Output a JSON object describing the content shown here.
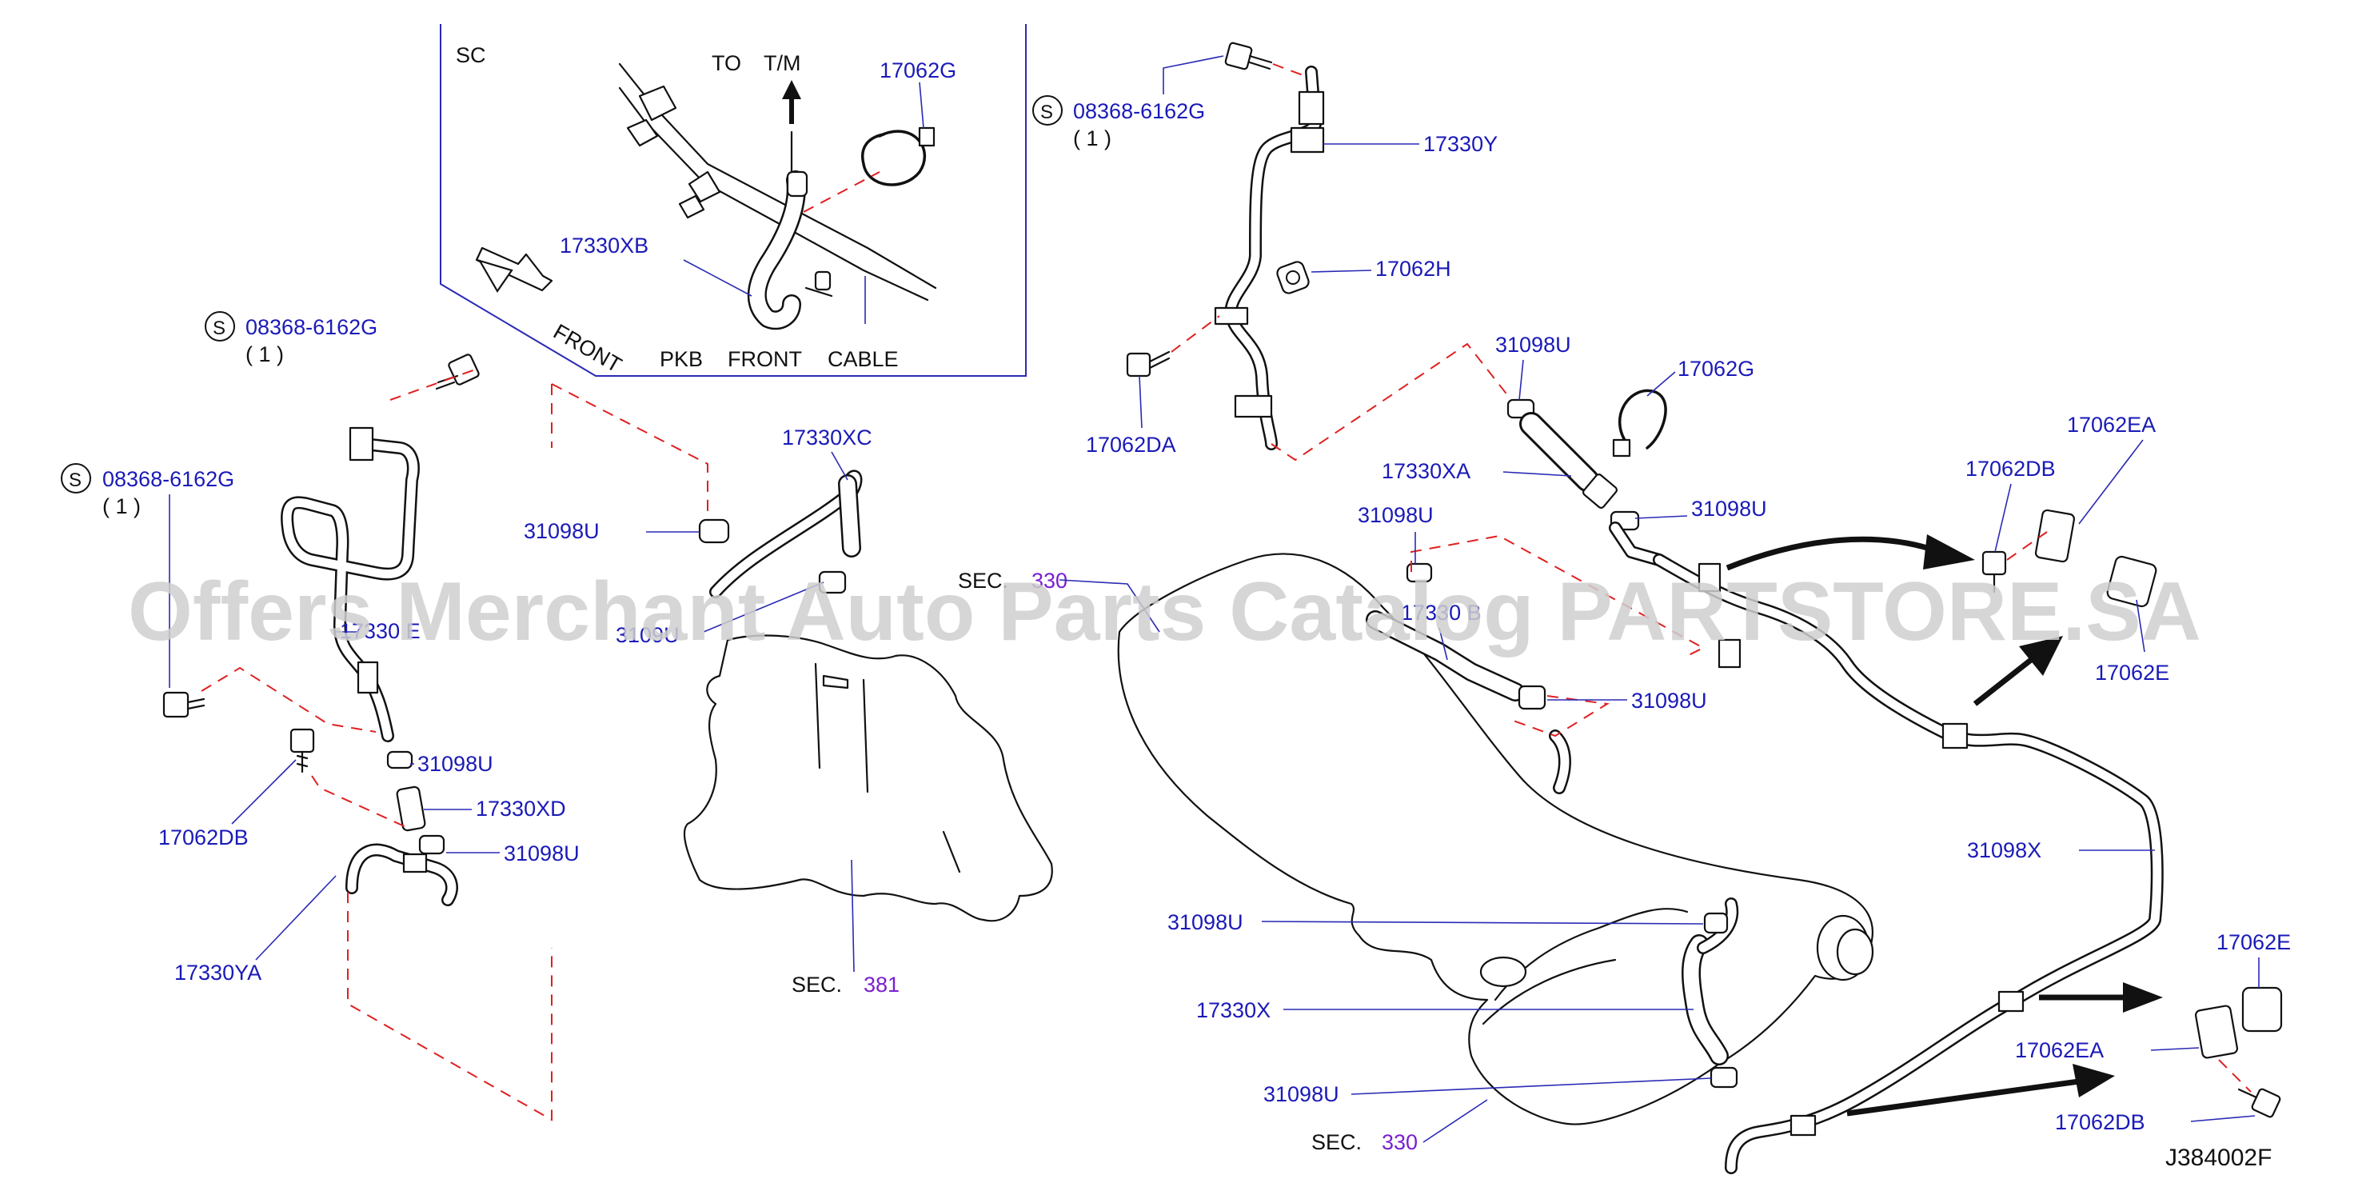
{
  "diagram": {
    "drawing_code": "J384002F",
    "watermark": "Offers Merchant Auto Parts Catalog PARTSTORE.SA",
    "inset": {
      "sc_label": "SC",
      "to_label": "TO",
      "tm_label": "T/M",
      "front_label": "FRONT",
      "pkb_label": "PKB",
      "front2_label": "FRONT",
      "cable_label": "CABLE"
    },
    "sec_prefix": "SEC.",
    "sec_numbers": {
      "s330_top": "330",
      "s381": "381",
      "s330_bottom": "330"
    },
    "s_symbol": "S",
    "parts": {
      "p17062G_inset": "17062G",
      "p17330XB": "17330XB",
      "bolt_left1": "08368-6162G",
      "bolt_left1_qty": "( 1 )",
      "bolt_left2": "08368-6162G",
      "bolt_left2_qty": "( 1 )",
      "p17330E_obscured": "17330 E",
      "p17062DB_left": "17062DB",
      "p31098U_l1": "31098U",
      "p17330XD": "17330XD",
      "p31098U_l2": "31098U",
      "p17330YA": "17330YA",
      "p17330XC": "17330XC",
      "p31098U_c1": "31098U",
      "p3109_obscured": "3109U",
      "bolt_right": "08368-6162G",
      "bolt_right_qty": "( 1 )",
      "p17330Y": "17330Y",
      "p17062H": "17062H",
      "p17062DA": "17062DA",
      "p31098U_r1": "31098U",
      "p17062G_right": "17062G",
      "p17330XA": "17330XA",
      "p31098U_r2": "31098U",
      "p31098U_r3": "31098U",
      "p17330B_obscured": "17330 B",
      "p31098U_r4": "31098U",
      "p17062DB_r1": "17062DB",
      "p17062EA_r1": "17062EA",
      "p17062E_r1": "17062E",
      "p31098X": "31098X",
      "p31098U_b1": "31098U",
      "p17330X": "17330X",
      "p31098U_b2": "31098U",
      "p17062E_r2": "17062E",
      "p17062EA_r2": "17062EA",
      "p17062DB_r2": "17062DB"
    }
  }
}
